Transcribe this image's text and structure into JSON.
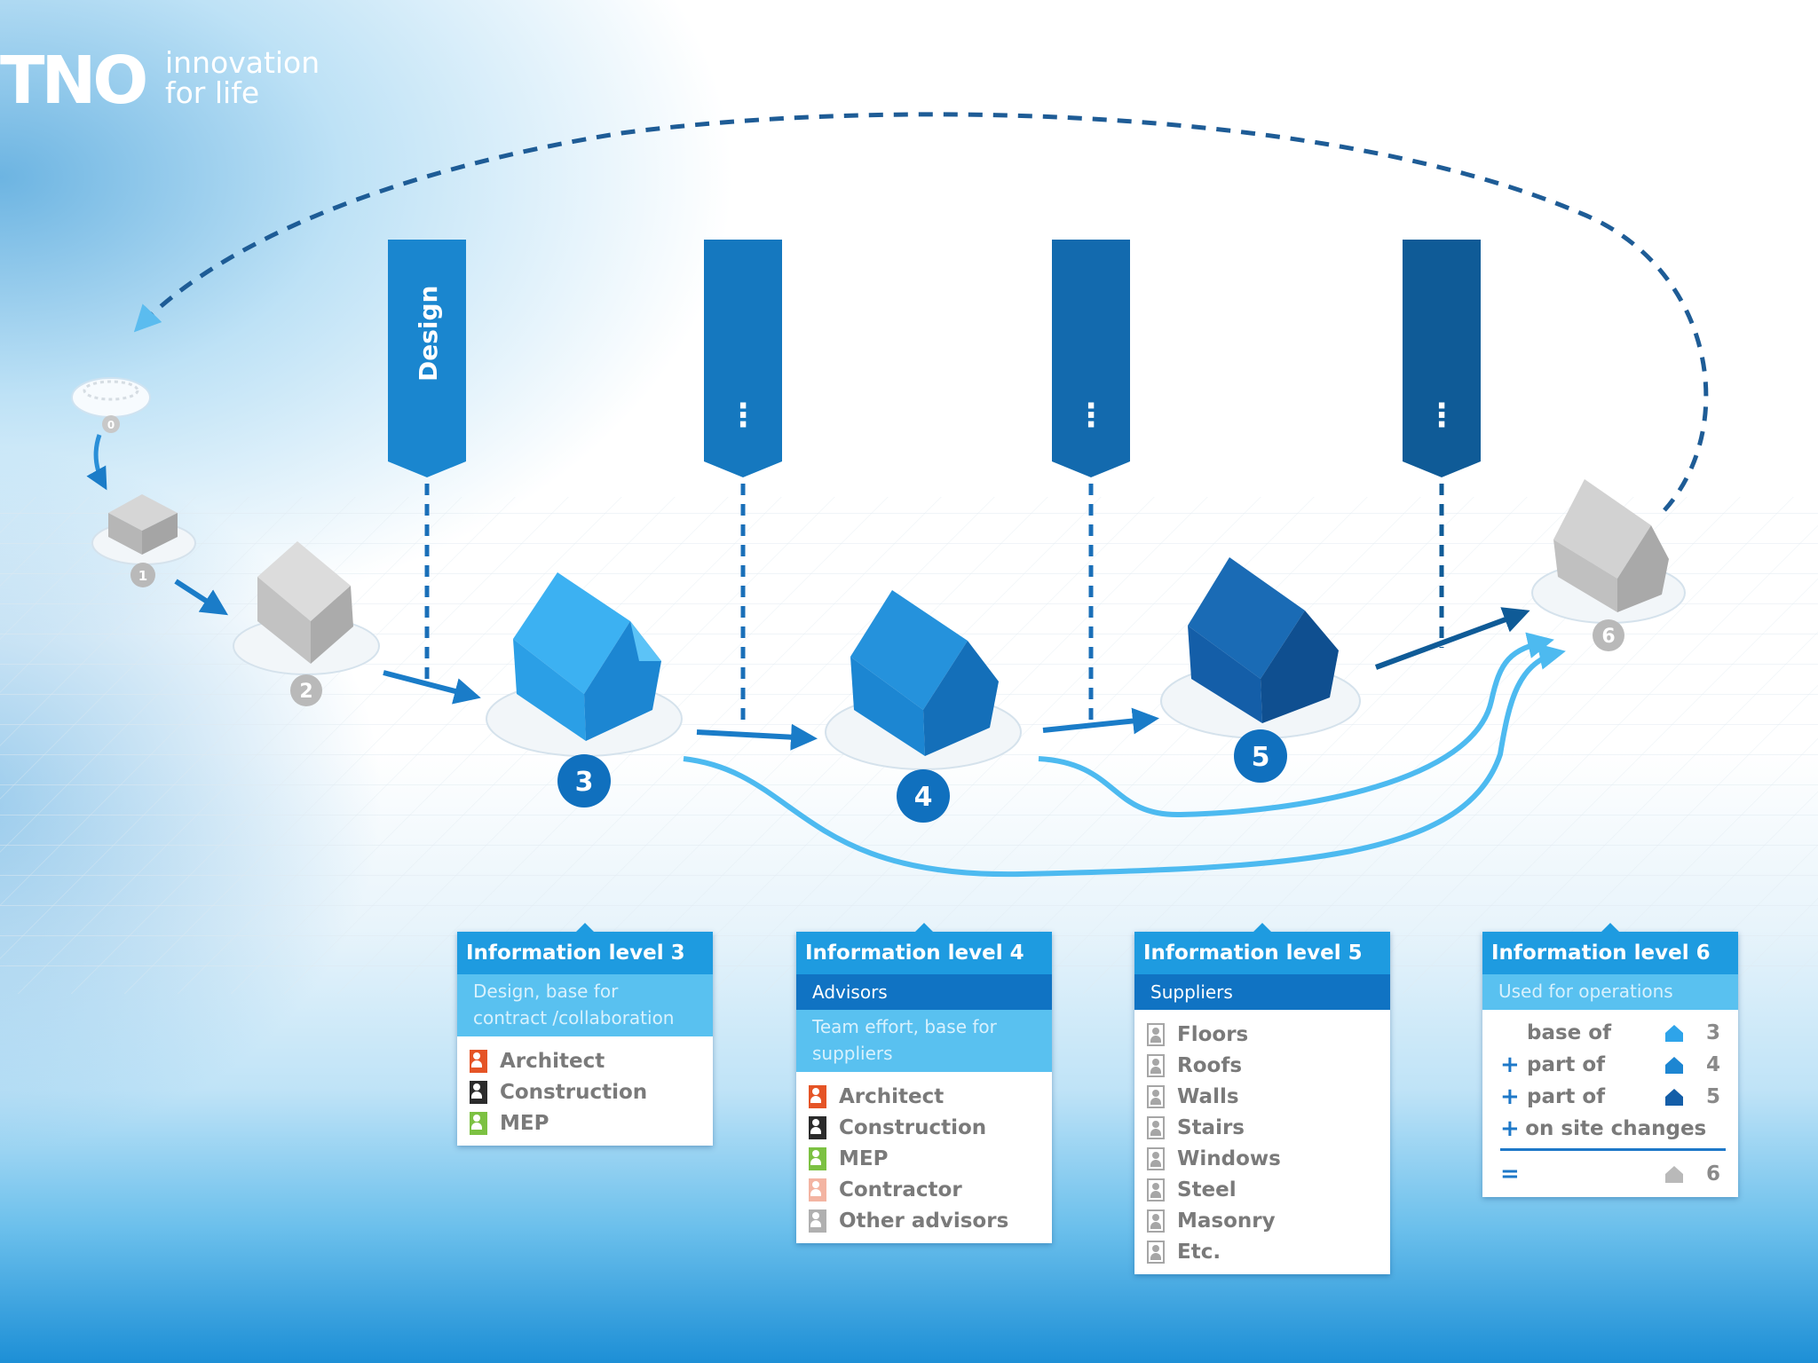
{
  "logo": {
    "mark": "TNO",
    "tagline_line1": "innovation",
    "tagline_line2": "for life"
  },
  "phases": [
    {
      "label": "Design",
      "color": "#1a86cf"
    },
    {
      "label": "⋮",
      "color": "#1578bf"
    },
    {
      "label": "⋮",
      "color": "#136aae"
    },
    {
      "label": "⋮",
      "color": "#0f5b97"
    }
  ],
  "stages": [
    {
      "number": "0",
      "color": "#c8c8c8"
    },
    {
      "number": "1",
      "color": "#b9b9b9"
    },
    {
      "number": "2",
      "color": "#b9b9b9"
    },
    {
      "number": "3",
      "color": "#1070be"
    },
    {
      "number": "4",
      "color": "#1070be"
    },
    {
      "number": "5",
      "color": "#1070be"
    },
    {
      "number": "6",
      "color": "#b9b9b9"
    }
  ],
  "house_colors": {
    "light": "#2ea4ea",
    "mid": "#1d86d2",
    "dark": "#145ea8",
    "grey": "#bdbdbd"
  },
  "info_levels": [
    {
      "title": "Information level 3",
      "subtitle": "Design, base for contract /collaboration",
      "members": [
        {
          "label": "Architect",
          "color": "#e55426"
        },
        {
          "label": "Construction",
          "color": "#2b2b2b"
        },
        {
          "label": "MEP",
          "color": "#7cc142"
        }
      ]
    },
    {
      "title": "Information level 4",
      "role": "Advisors",
      "subtitle": "Team effort, base for suppliers",
      "members": [
        {
          "label": "Architect",
          "color": "#e55426"
        },
        {
          "label": "Construction",
          "color": "#2b2b2b"
        },
        {
          "label": "MEP",
          "color": "#7cc142"
        },
        {
          "label": "Contractor",
          "color": "#f3b4a2"
        },
        {
          "label": "Other advisors",
          "color": "#b0b0b0"
        }
      ]
    },
    {
      "title": "Information level 5",
      "role": "Suppliers",
      "members": [
        {
          "label": "Floors"
        },
        {
          "label": "Roofs"
        },
        {
          "label": "Walls"
        },
        {
          "label": "Stairs"
        },
        {
          "label": "Windows"
        },
        {
          "label": "Steel"
        },
        {
          "label": "Masonry"
        },
        {
          "label": "Etc."
        }
      ]
    },
    {
      "title": "Information level 6",
      "subtitle": "Used for operations",
      "rows": [
        {
          "op": "",
          "label": "base of",
          "icon_color": "#2ea4ea",
          "num": "3"
        },
        {
          "op": "+",
          "label": "part of",
          "icon_color": "#1d86d2",
          "num": "4"
        },
        {
          "op": "+",
          "label": "part of",
          "icon_color": "#145ea8",
          "num": "5"
        },
        {
          "op": "+",
          "label": "on site changes",
          "icon_color": "",
          "num": ""
        }
      ],
      "total": {
        "op": "=",
        "icon_color": "#b9b9b9",
        "num": "6"
      }
    }
  ]
}
